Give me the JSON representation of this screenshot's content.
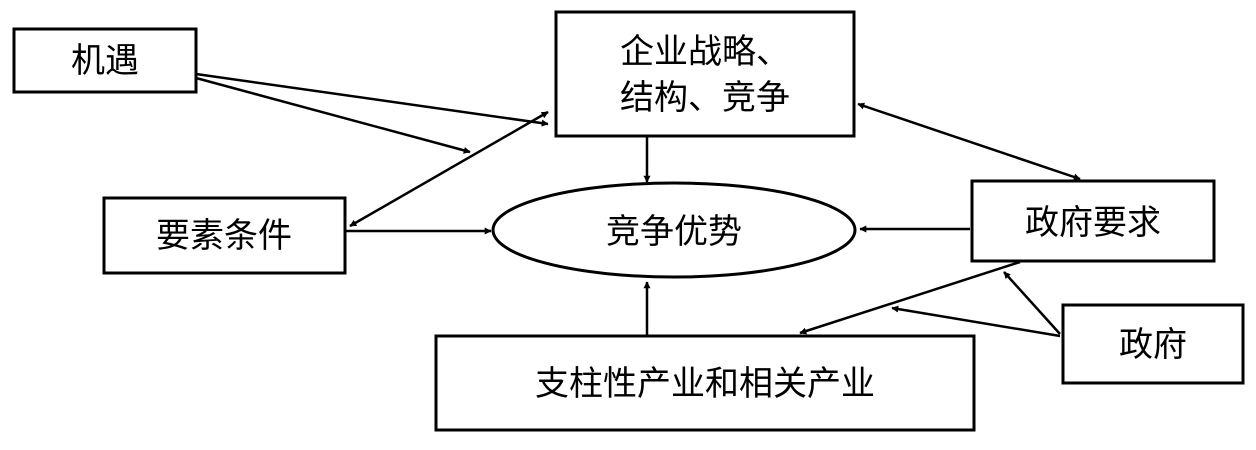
{
  "nodes": {
    "opportunity": "机遇",
    "strategy_line1": "企业战略、",
    "strategy_line2": "结构、竞争",
    "factor": "要素条件",
    "advantage": "竞争优势",
    "gov_demand": "政府要求",
    "government": "政府",
    "industry": "支柱性产业和相关产业"
  },
  "colors": {
    "stroke": "#000000",
    "fill": "#ffffff"
  }
}
